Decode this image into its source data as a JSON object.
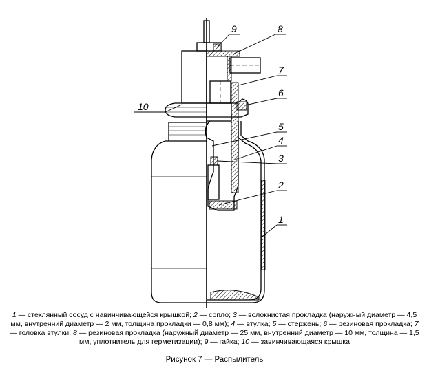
{
  "callouts": [
    "9",
    "8",
    "7",
    "6",
    "10",
    "5",
    "4",
    "3",
    "2",
    "1"
  ],
  "legend": [
    {
      "num": "1",
      "text": " — стеклянный сосуд с навинчивающейся крышкой; "
    },
    {
      "num": "2",
      "text": " — сопло; "
    },
    {
      "num": "3",
      "text": " — волокнистая прокладка (наружный диаметр — 4,5 мм, внутренний диаметр — 2 мм, толщина прокладки — 0,8 мм); "
    },
    {
      "num": "4",
      "text": " — втулка; "
    },
    {
      "num": "5",
      "text": " — стержень; "
    },
    {
      "num": "6",
      "text": " — резиновая прокладка; "
    },
    {
      "num": "7",
      "text": " — головка втулки; "
    },
    {
      "num": "8",
      "text": " — резиновая прокладка (наружный диаметр — 25 мм, внутренний диаметр — 10 мм, толщина — 1,5 мм, уплотнитель для герметизации); "
    },
    {
      "num": "9",
      "text": " — гайка; "
    },
    {
      "num": "10",
      "text": " — завинчивающаяся крышка"
    }
  ],
  "caption": "Рисунок 7 — Распылитель"
}
